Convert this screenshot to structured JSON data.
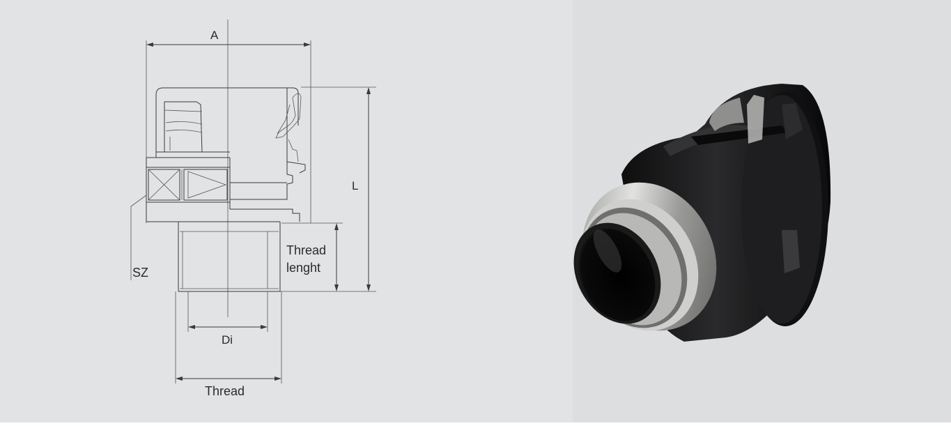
{
  "drawing": {
    "labels": {
      "a": "A",
      "l": "L",
      "sz": "SZ",
      "thread_length_line1": "Thread",
      "thread_length_line2": "lenght",
      "di": "Di",
      "thread": "Thread"
    }
  },
  "colors": {
    "left_background": "#e1e3e5",
    "right_background": "#dcdee0",
    "line": "#3a3a3a",
    "fitting_body": "#1c1c1e",
    "metal_thread": "#b7b7b5"
  }
}
